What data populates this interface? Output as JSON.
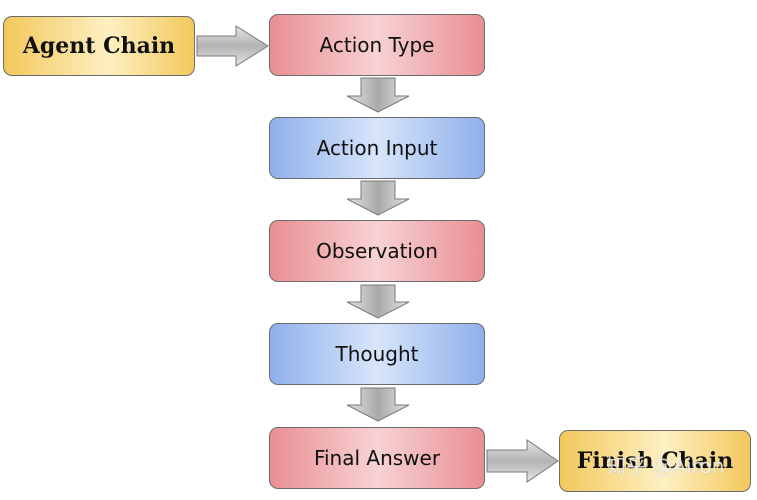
{
  "diagram": {
    "agent_chain": "Agent Chain",
    "finish_chain": "Finish Chain",
    "steps": [
      {
        "label": "Action Type",
        "style": "red"
      },
      {
        "label": "Action Input",
        "style": "blue"
      },
      {
        "label": "Observation",
        "style": "red"
      },
      {
        "label": "Thought",
        "style": "blue"
      },
      {
        "label": "Final Answer",
        "style": "red"
      }
    ]
  },
  "watermark": "知乎 @Airon",
  "colors": {
    "red_box": "#e98f93",
    "blue_box": "#8eb0ec",
    "gold_box": "#f3c85c",
    "arrow_fill": "#c9c9c9",
    "arrow_stroke": "#7a7a7a"
  }
}
